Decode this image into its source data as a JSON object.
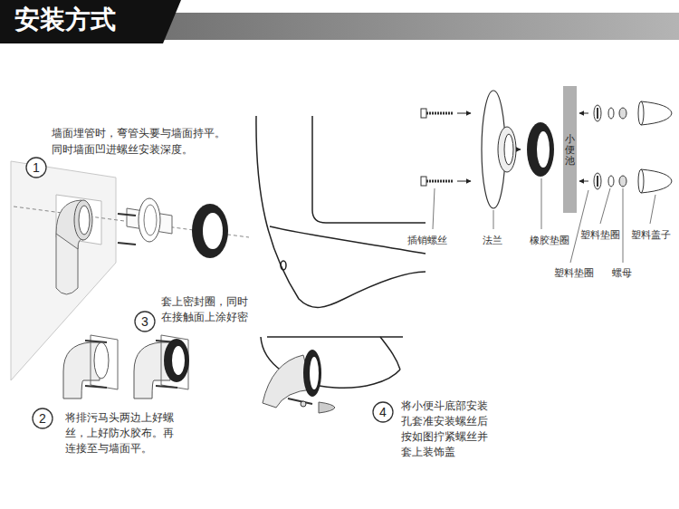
{
  "diagram": {
    "title": "安装方式",
    "nodes": [
      {
        "text": [
          "1"
        ]
      },
      {
        "text": [
          "小便池"
        ]
      },
      {
        "text": [
          "3"
        ]
      },
      {
        "text": [
          "4"
        ]
      },
      {
        "text": [
          "2"
        ]
      }
    ],
    "labels": [
      "墙面埋管时，弯管头要与墙面持平。 同时墙面凹进螺丝安装深度。",
      "插销螺丝",
      "法兰",
      "橡胶垫圈",
      "塑料垫圈",
      "塑料盖子",
      "塑料垫圈",
      "螺母",
      "套上密封圈，同时 在接触面上涂好密",
      "将小便斗底部安装 孔套准安装螺丝后 按如图拧紧螺丝并 套上装饰盖",
      "将排污马头两边上好螺 丝，上好防水胶布。再 连接至与墙面平。"
    ]
  }
}
